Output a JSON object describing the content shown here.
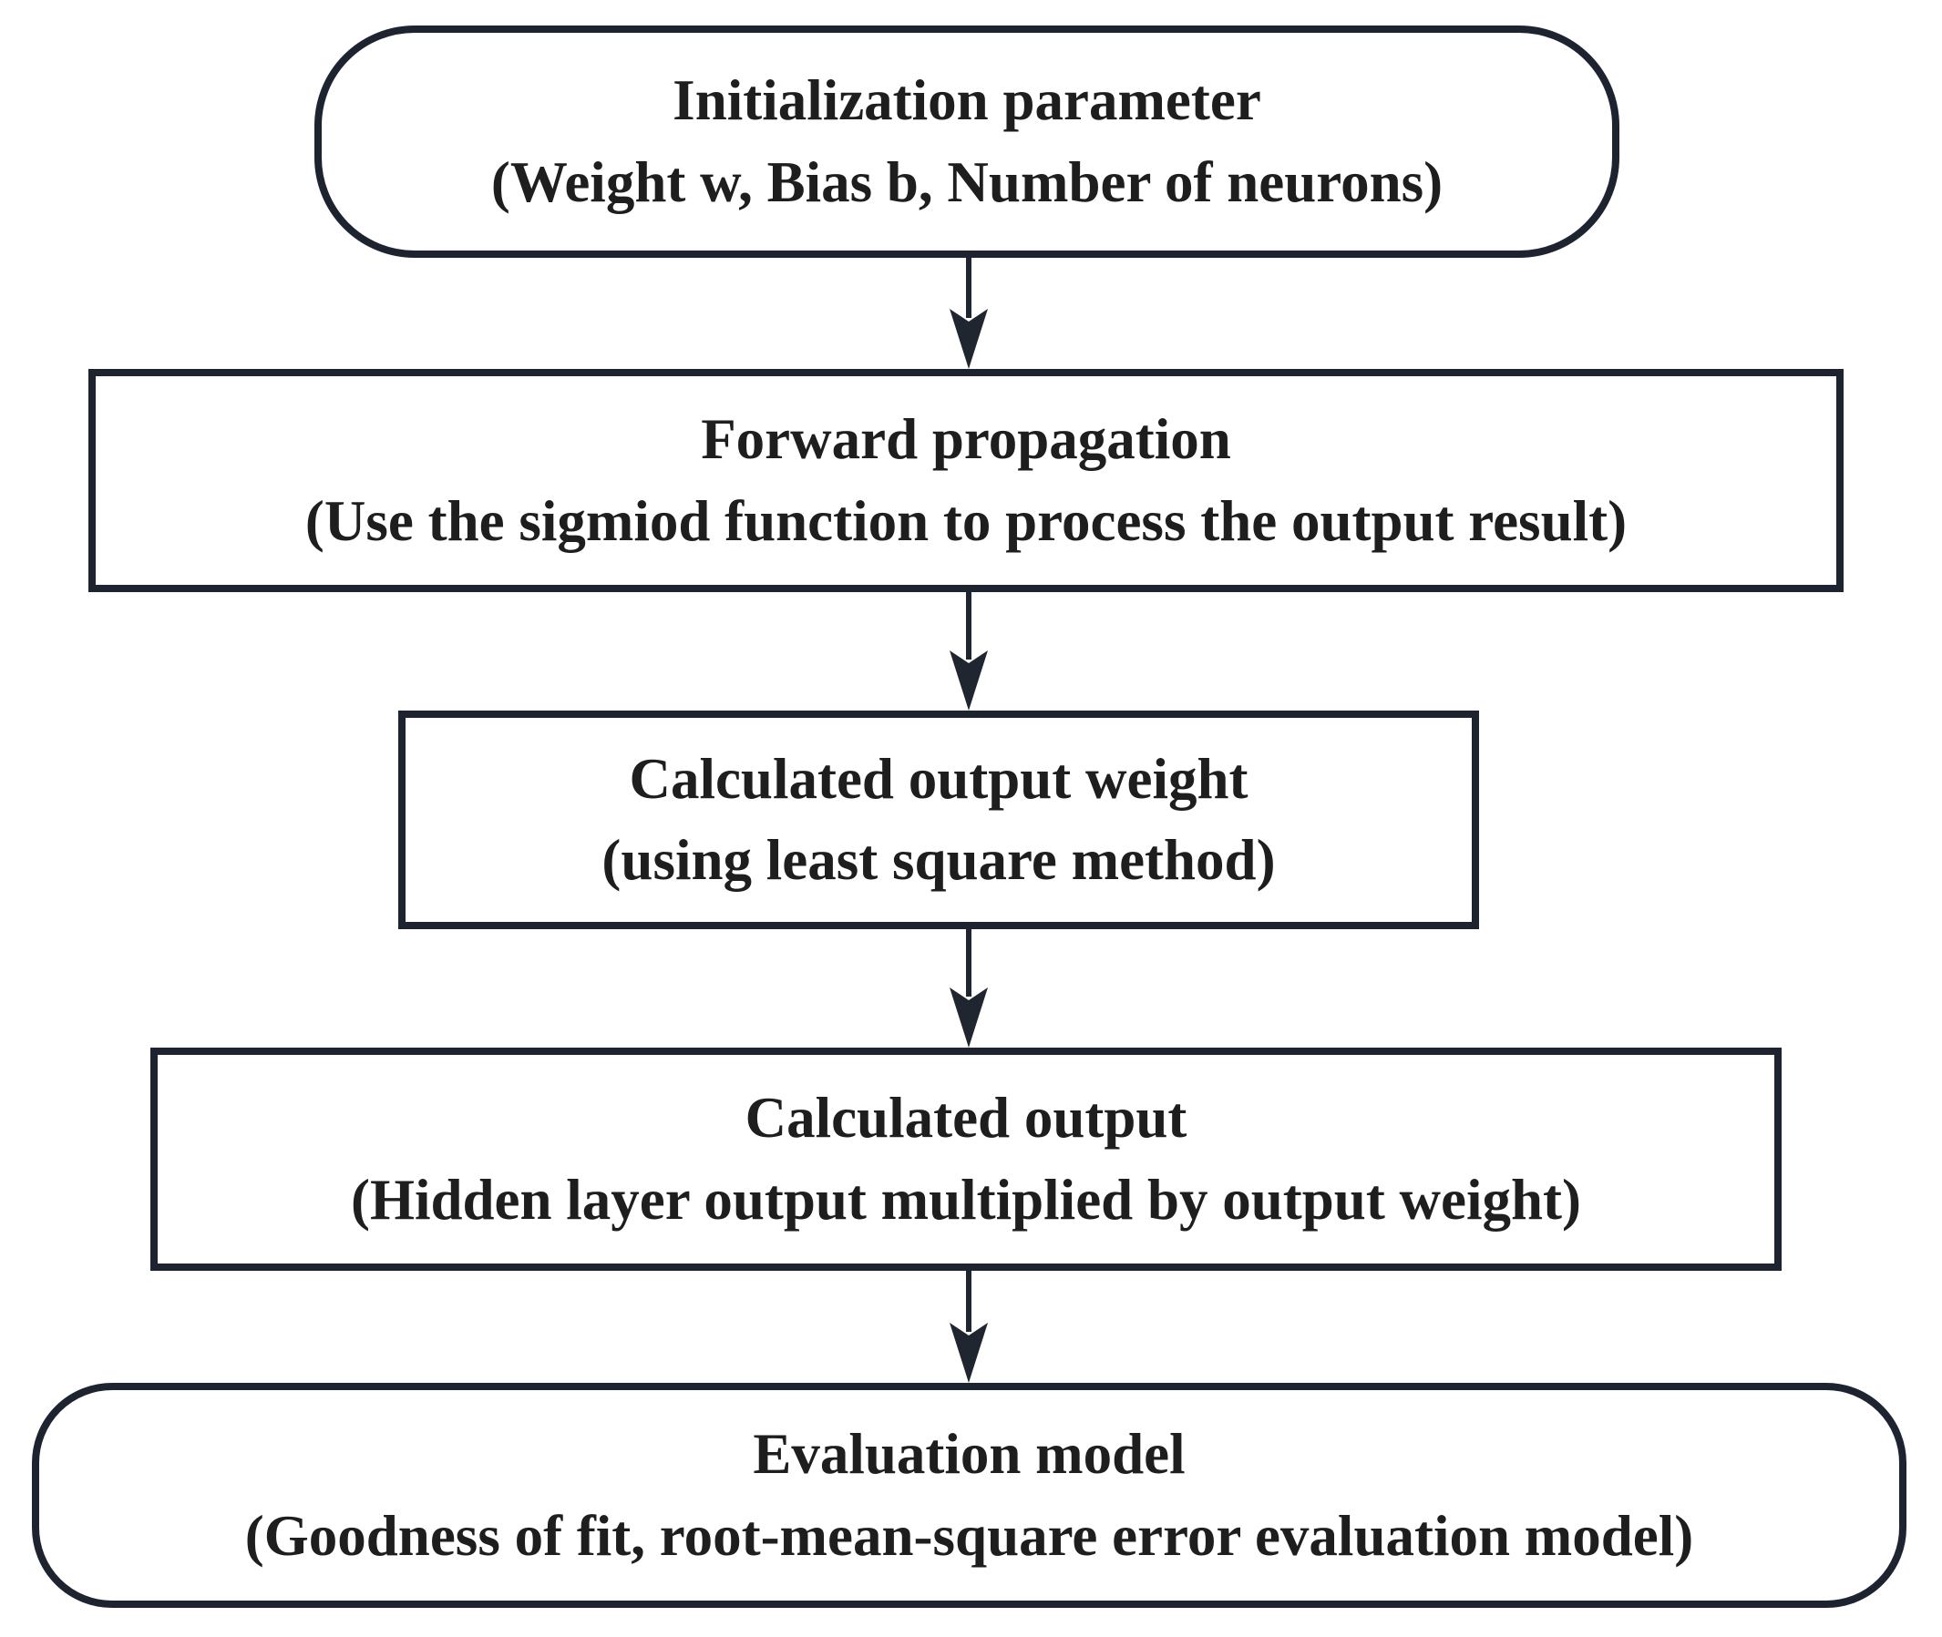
{
  "colors": {
    "border": "#1d2430",
    "arrow": "#20262f",
    "text": "#1e1e1e",
    "background": "#ffffff"
  },
  "flowchart": {
    "type": "flowchart",
    "direction": "top-down",
    "nodes": [
      {
        "id": "initialization",
        "shape": "rounded-terminator",
        "title": "Initialization parameter",
        "subtitle": "(Weight w, Bias b, Number of neurons)"
      },
      {
        "id": "forward-propagation",
        "shape": "rectangle",
        "title": "Forward propagation",
        "subtitle": "(Use the sigmiod function to process the output result)"
      },
      {
        "id": "calculated-output-weight",
        "shape": "rectangle",
        "title": "Calculated output weight",
        "subtitle": "(using least square method)"
      },
      {
        "id": "calculated-output",
        "shape": "rectangle",
        "title": "Calculated output",
        "subtitle": "(Hidden layer output multiplied by output weight)"
      },
      {
        "id": "evaluation-model",
        "shape": "rounded-terminator",
        "title": "Evaluation model",
        "subtitle": "(Goodness of fit, root-mean-square error evaluation model)"
      }
    ],
    "edges": [
      {
        "from": "initialization",
        "to": "forward-propagation"
      },
      {
        "from": "forward-propagation",
        "to": "calculated-output-weight"
      },
      {
        "from": "calculated-output-weight",
        "to": "calculated-output"
      },
      {
        "from": "calculated-output",
        "to": "evaluation-model"
      }
    ]
  }
}
